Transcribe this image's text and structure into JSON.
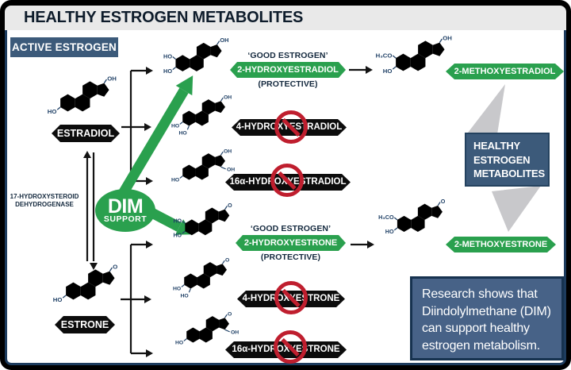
{
  "header": {
    "title": "HEALTHY ESTROGEN METABOLITES"
  },
  "active_estrogen_label": "ACTIVE ESTROGEN",
  "hormones": {
    "estradiol": "ESTRADIOL",
    "estrone": "ESTRONE"
  },
  "enzyme": {
    "line1": "17-HYDROXYSTEROID",
    "line2": "DEHYDROGENASE"
  },
  "dim": {
    "big": "DIM",
    "small": "SUPPORT"
  },
  "estradiol_pathway": {
    "good_tag": "‘GOOD ESTROGEN’",
    "good_label": "2-HYDROXYESTRADIOL",
    "protective": "(PROTECTIVE)",
    "bad_4": "4-HYDROXYESTRADIOL",
    "bad_16a": "16α-HYDROXYESTRADIOL",
    "methoxy": "2-METHOXYESTRADIOL"
  },
  "estrone_pathway": {
    "good_tag": "‘GOOD ESTROGEN’",
    "good_label": "2-HYDROXYESTRONE",
    "protective": "(PROTECTIVE)",
    "bad_4": "4-HYDROXYESTRONE",
    "bad_16a": "16α-HYDROXYESTRONE",
    "methoxy": "2-METHOXYESTRONE"
  },
  "healthy_box": {
    "line1": "HEALTHY",
    "line2": "ESTROGEN",
    "line3": "METABOLITES"
  },
  "research_box": {
    "line1": "Research shows that",
    "line2": "Diindolylmethane (DIM)",
    "line3": "can support healthy",
    "line4": "estrogen metabolism."
  },
  "molecules": {
    "estradiol": {
      "t17": "OH",
      "l3": "HO"
    },
    "estrone": {
      "t17": "O",
      "l3": "HO"
    },
    "two_oh_estradiol": {
      "t17": "OH",
      "l2": "HO",
      "l3": "HO"
    },
    "four_oh_estradiol": {
      "t17": "OH",
      "l3": "HO",
      "l4": "HO"
    },
    "sixteen_oh_estradiol": {
      "t17": "OH",
      "r16": "OH",
      "l3": "HO"
    },
    "two_oh_estrone": {
      "t17": "O",
      "l2": "HO",
      "l3": "HO"
    },
    "four_oh_estrone": {
      "t17": "O",
      "l3": "HO",
      "l4": "HO"
    },
    "sixteen_oh_estrone": {
      "t17": "O",
      "r16": "OH",
      "l3": "HO"
    },
    "two_me_estradiol": {
      "t17": "OH",
      "l2": "H₃CO",
      "l3": "HO"
    },
    "two_me_estrone": {
      "t17": "O",
      "l2": "H₃CO",
      "l3": "HO"
    }
  },
  "colors": {
    "green": "#2aa04e",
    "navy": "#1d3c5e",
    "slate": "#3c5a7a",
    "badge_black": "#0c0c0c",
    "prohibited_red": "#bf1e2e",
    "molecule_stroke": "#1f4066",
    "gray_arrow": "#c8c8cb",
    "title_bg": "#e9e9e9"
  }
}
